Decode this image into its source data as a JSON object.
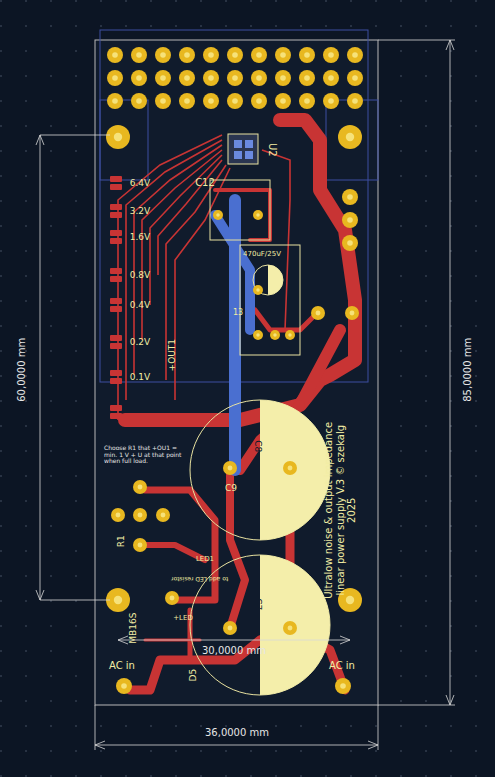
{
  "diagram": {
    "labels": [
      "60,0000 mm",
      "85,0000 mm",
      "36,0000 mm",
      "30,0000 mm",
      "U2",
      "C12",
      "470uF/25V",
      "13",
      "C9",
      "C8",
      "C7",
      "R1",
      "MB16S",
      "D5",
      "AC in",
      "AC in",
      "6.4V",
      "3.2V",
      "1.6V",
      "0.8V",
      "0.4V",
      "0.2V",
      "0.1V",
      "+OUT1",
      "Choose R1 that +OU1 = min. 1 V + U at that point when full load.",
      "Ultralow noise & output impedance linear power supply V.3 © szekalg 2025",
      "LED1",
      "+LED",
      "to add LED resistor"
    ]
  }
}
